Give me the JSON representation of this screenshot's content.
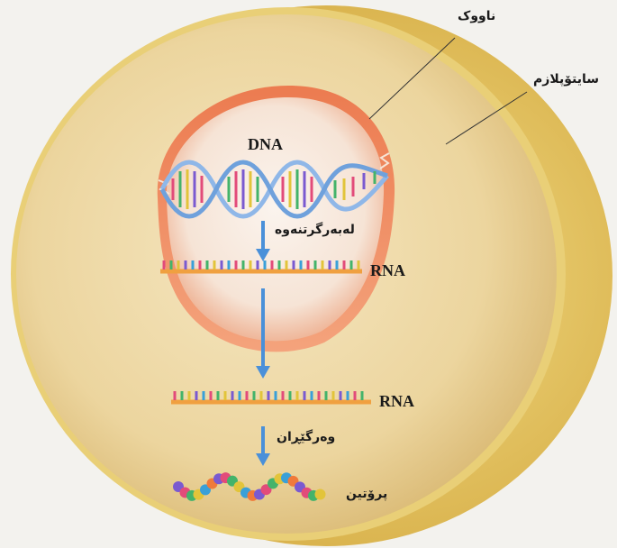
{
  "labels": {
    "nucleus": "ناووک",
    "cytoplasm": "سایتۆپلازم",
    "dna": "DNA",
    "transcription": "لەبەرگرتنەوە",
    "rna_nucleus": "RNA",
    "rna_cytoplasm": "RNA",
    "translation": "وەرگێڕان",
    "protein": "پرۆتین"
  },
  "colors": {
    "background": "#f3f2ee",
    "cell_rim": "#e8cf6a",
    "cytoplasm": "#eed9a4",
    "nucleus_wall": "#f08a5d",
    "nucleus_inner": "#f6eadf",
    "arrow": "#4a90d9",
    "rna_strand": "#f0a040"
  }
}
